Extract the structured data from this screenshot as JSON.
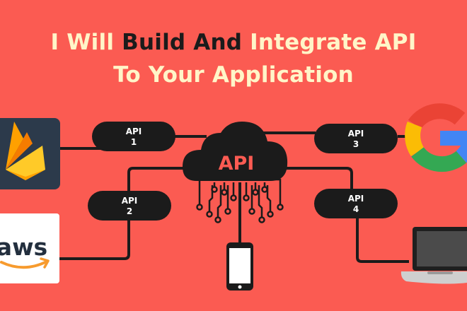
{
  "headline": {
    "line1_part1": "I Will ",
    "line1_part2": "Build And",
    "line1_part3": " Integrate API",
    "line2": "To Your Application"
  },
  "cloud_label": "API",
  "api_nodes": [
    {
      "line1": "API",
      "line2": "1"
    },
    {
      "line1": "API",
      "line2": "2"
    },
    {
      "line1": "API",
      "line2": "3"
    },
    {
      "line1": "API",
      "line2": "4"
    }
  ],
  "aws_logo_text": "aws",
  "google_logo_text": "G",
  "colors": {
    "background": "#fb5b52",
    "headline_light": "#fff5c8",
    "node_fill": "#1b1b1b",
    "firebase_tile": "#2c3a4b",
    "aws_orange": "#f79b2e"
  },
  "icons": [
    "firebase-logo-icon",
    "aws-logo-icon",
    "google-logo-icon",
    "laptop-icon",
    "smartphone-icon",
    "cloud-icon"
  ]
}
